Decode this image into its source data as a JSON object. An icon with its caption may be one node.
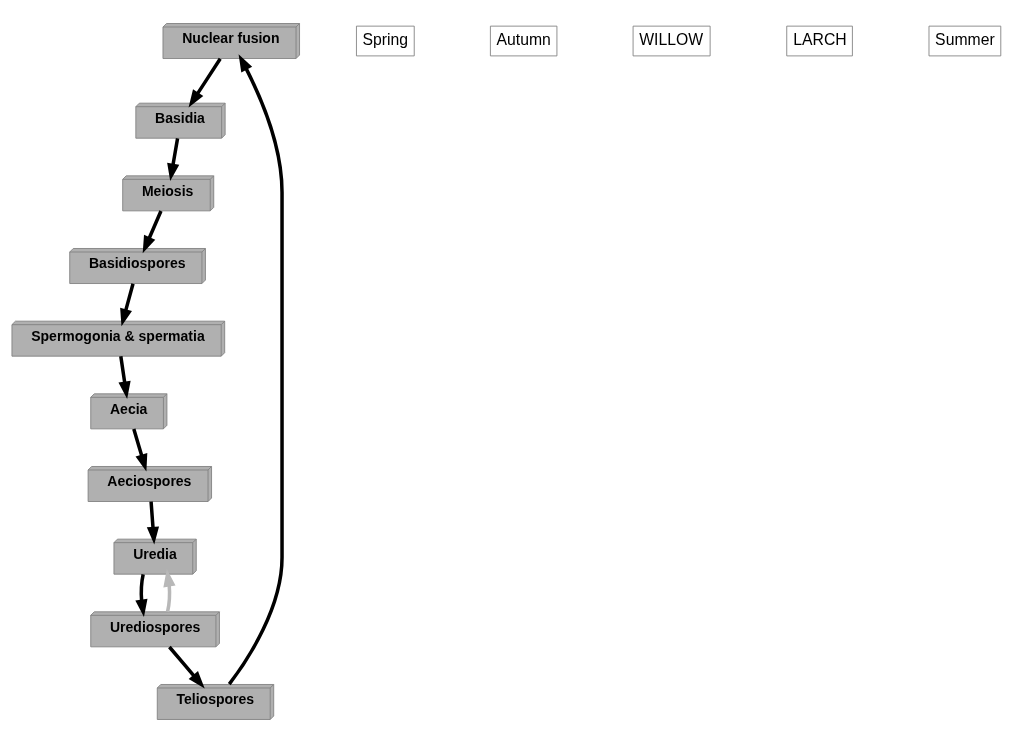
{
  "diagram": {
    "nodes": [
      {
        "text": [
          "Nuclear fusion"
        ]
      },
      {
        "text": [
          "Meiosis"
        ]
      },
      {
        "text": [
          "Teliospores"
        ]
      },
      {
        "text": [
          "Basidia"
        ]
      },
      {
        "text": [
          "Basidiospores"
        ]
      },
      {
        "text": [
          "Urediospores"
        ]
      },
      {
        "text": [
          "Spermogonia & spermatia"
        ]
      },
      {
        "text": [
          "Uredia"
        ]
      },
      {
        "text": [
          "Aeciospores"
        ]
      },
      {
        "text": [
          "Aecia"
        ]
      }
    ],
    "edges": [
      {
        "from": 2,
        "to": 0,
        "arrow": "to"
      },
      {
        "from": 0,
        "to": 3,
        "arrow": "to"
      },
      {
        "from": 3,
        "to": 1,
        "arrow": "to"
      },
      {
        "from": 1,
        "to": 4,
        "arrow": "to"
      },
      {
        "from": 4,
        "to": 6,
        "arrow": "to"
      },
      {
        "from": 6,
        "to": 9,
        "arrow": "to"
      },
      {
        "from": 9,
        "to": 8,
        "arrow": "to"
      },
      {
        "from": 8,
        "to": 7,
        "arrow": "to"
      },
      {
        "from": 7,
        "to": 5,
        "arrow": "to"
      },
      {
        "from": 5,
        "to": 7,
        "arrow": "to",
        "color": "#b8b8b8"
      },
      {
        "from": 5,
        "to": 2,
        "arrow": "to"
      }
    ],
    "labels": [
      "Spring",
      "Autumn",
      "WILLOW",
      "LARCH",
      "Summer"
    ]
  }
}
